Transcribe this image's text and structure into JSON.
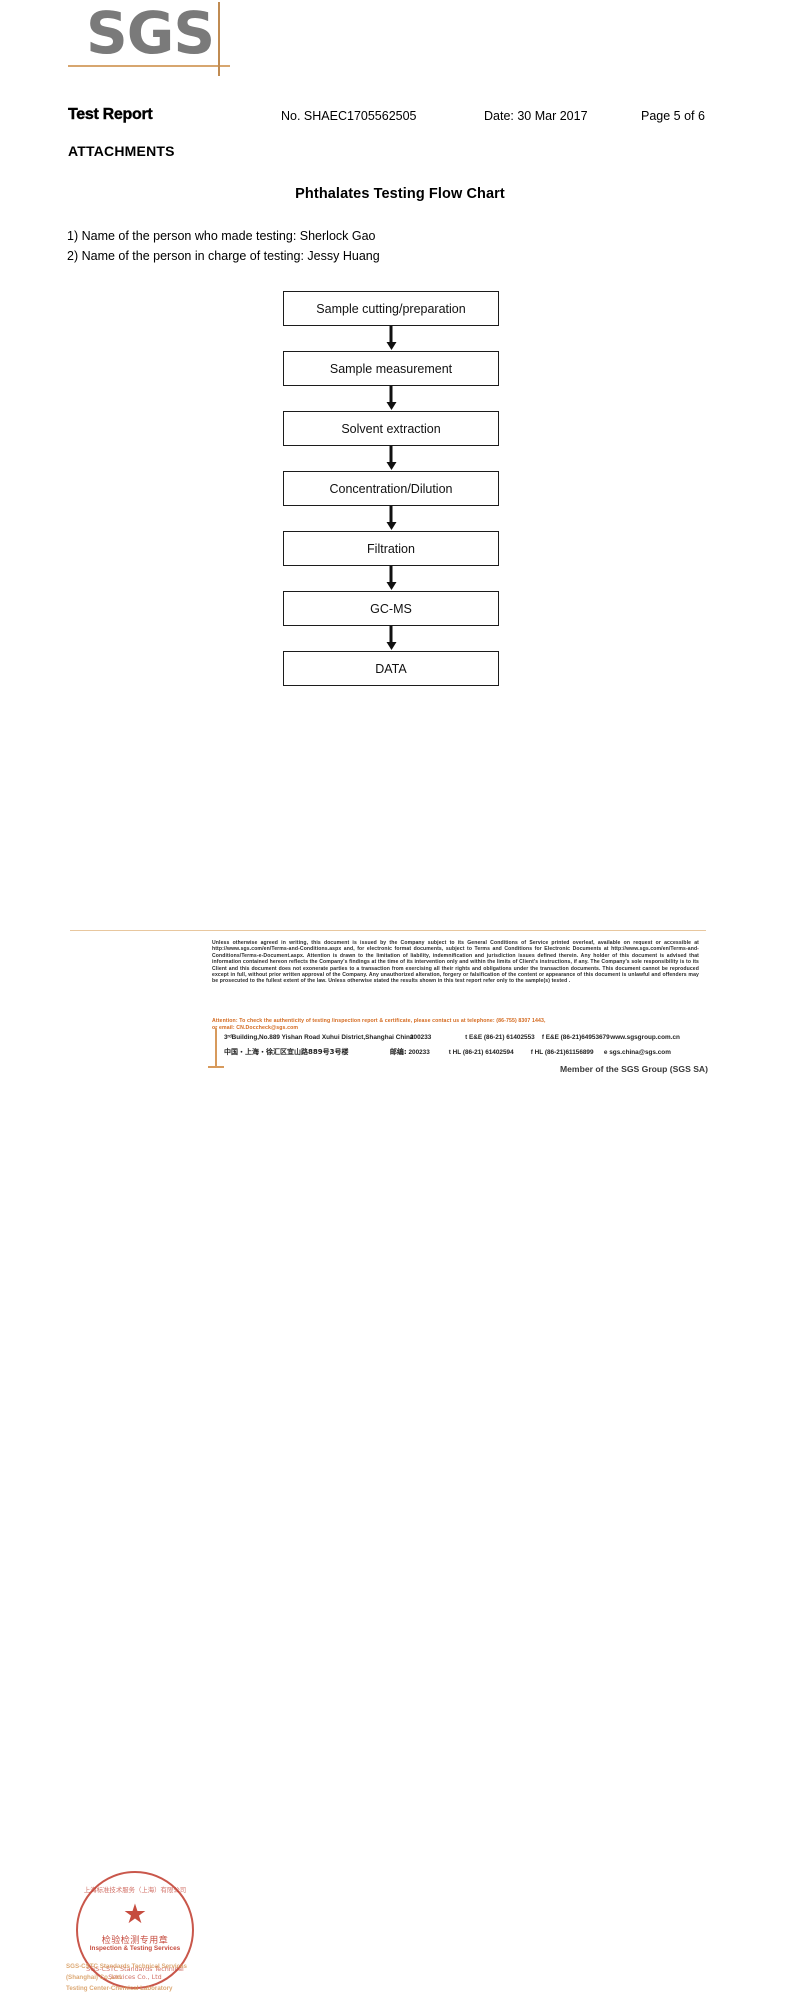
{
  "header": {
    "logo_text": "SGS",
    "report_title": "Test Report",
    "report_no": "No. SHAEC1705562505",
    "report_date": "Date: 30 Mar 2017",
    "page_label": "Page 5 of 6",
    "attachments_label": "ATTACHMENTS"
  },
  "flow": {
    "title": "Phthalates Testing Flow Chart",
    "note_1": "1) Name of the person who made testing: Sherlock Gao",
    "note_2": "2) Name of the person in charge of testing: Jessy Huang",
    "steps": [
      {
        "label": "Sample cutting/preparation"
      },
      {
        "label": "Sample measurement"
      },
      {
        "label": "Solvent extraction"
      },
      {
        "label": "Concentration/Dilution"
      },
      {
        "label": "Filtration"
      },
      {
        "label": "GC-MS"
      },
      {
        "label": "DATA"
      }
    ]
  },
  "footer": {
    "legal_text": "Unless otherwise agreed in writing, this document is issued by the Company subject to its General Conditions of Service printed overleaf, available on request or accessible at http://www.sgs.com/en/Terms-and-Conditions.aspx and, for electronic format documents, subject to Terms and Conditions for Electronic Documents at http://www.sgs.com/en/Terms-and-Conditions/Terms-e-Document.aspx. Attention is drawn to the limitation of liability, indemnification and jurisdiction issues defined therein. Any holder of this document is advised that information contained hereon reflects the Company's findings at the time of its intervention only and within the limits of Client's instructions, if any. The Company's sole responsibility is to its Client and this document does not exonerate parties to a transaction from exercising all their rights and obligations under the transaction documents. This document cannot be reproduced except in full, without prior written approval of the Company. Any unauthorized alteration, forgery or falsification of the content or appearance of this document is unlawful and offenders may be prosecuted to the fullest extent of the law. Unless otherwise stated the results shown in this test report refer only to the sample(s) tested .",
    "attention_line_1": "Attention: To check the authenticity of testing /inspection report & certificate, please contact us at telephone: (86-755) 8307 1443,",
    "attention_line_2": "or email: CN.Doccheck@sgs.com",
    "address_en": "3ʳᵈBuilding,No.889 Yishan Road Xuhui District,Shanghai China",
    "address_cn": "中国・上海・徐汇区宜山路889号3号楼",
    "zip_en": "200233",
    "zip_cn_label": "邮编:",
    "zip_cn": "200233",
    "tel_1": "t E&E (86-21) 61402553",
    "fax_1": "f E&E (86-21)64953679",
    "web": "www.sgsgroup.com.cn",
    "tel_2": "t HL (86-21) 61402594",
    "fax_2": "f HL (86-21)61156899",
    "email": "e sgs.china@sgs.com",
    "member_line": "Member of the SGS Group (SGS SA)",
    "company_faint_1": "SGS-CSTC Standards Technical Services (Shanghai) Co.,Ltd.",
    "company_faint_2": "Testing Center-Chemical Laboratory"
  },
  "stamp": {
    "arc_top": "上海标准技术服务（上海）有限公司",
    "star_glyph": "★",
    "cn_label": "检验检测专用章",
    "en_label": "Inspection & Testing Services",
    "arc_bottom": "SGS-CSTC Standards Technical Services Co., Ltd"
  },
  "colors": {
    "accent_orange": "#d4691e",
    "rule_tan": "#d7a66f",
    "stamp_red": "#c0392b",
    "logo_gray": "#7a7a7a"
  }
}
